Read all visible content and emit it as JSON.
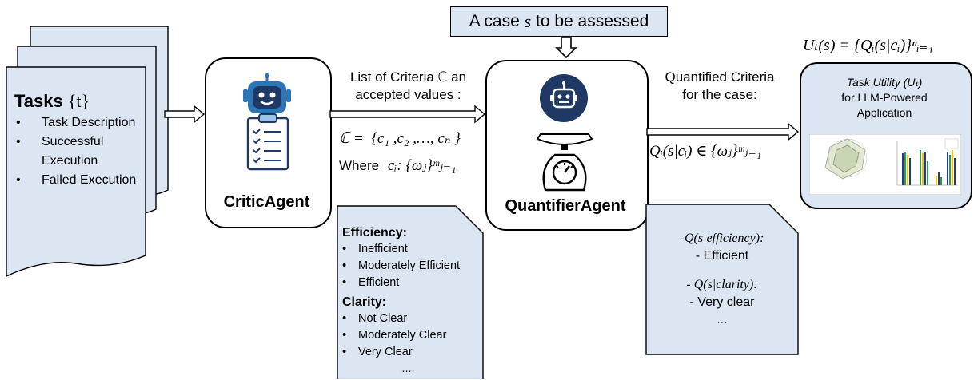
{
  "case_box": {
    "prefix": "A case ",
    "var": "s",
    "suffix": " to be assessed"
  },
  "utility_formula": "Uₜ(s) = {Qᵢ(s|cᵢ)}ⁿᵢ₌₁",
  "tasks": {
    "title": "Tasks",
    "var": "{t}",
    "items": [
      "Task Description",
      "Successful Execution",
      "Failed Execution"
    ]
  },
  "critic": {
    "label": "CriticAgent"
  },
  "quantifier": {
    "label": "QuantifierAgent"
  },
  "criteria_list": {
    "line1": "List of Criteria ℂ  an",
    "line2": "accepted values :",
    "formula": "ℂ =  {c₁ ,c₂ ,…, cₙ }",
    "where_label": "Where",
    "where_formula": "cᵢ: {ωⱼ}ᵐⱼ₌₁"
  },
  "quantified": {
    "line1": "Quantified Criteria",
    "line2": "for the case:",
    "formula": "Qᵢ(s|cᵢ) ∈ {ωⱼ}ᵐⱼ₌₁"
  },
  "efficiency_doc": {
    "heading1": "Efficiency:",
    "items1": [
      "Inefficient",
      "Moderately Efficient",
      "Efficient"
    ],
    "heading2": "Clarity:",
    "items2": [
      "Not Clear",
      "Moderately Clear",
      "Very Clear"
    ],
    "ellipsis": "...."
  },
  "quant_doc": {
    "line1": "-Q(s|efficiency):",
    "line2": "-  Efficient",
    "line3": "- Q(s|clarity):",
    "line4": "- Very clear",
    "ellipsis": "..."
  },
  "utility_box": {
    "title": "Task Utility (Uₜ)",
    "line2": "for LLM-Powered",
    "line3": "Application"
  },
  "colors": {
    "paper": "#dce6f2",
    "robot": "#1f3864",
    "robot_light": "#2e75b6",
    "case_box": "#dce6f2"
  }
}
